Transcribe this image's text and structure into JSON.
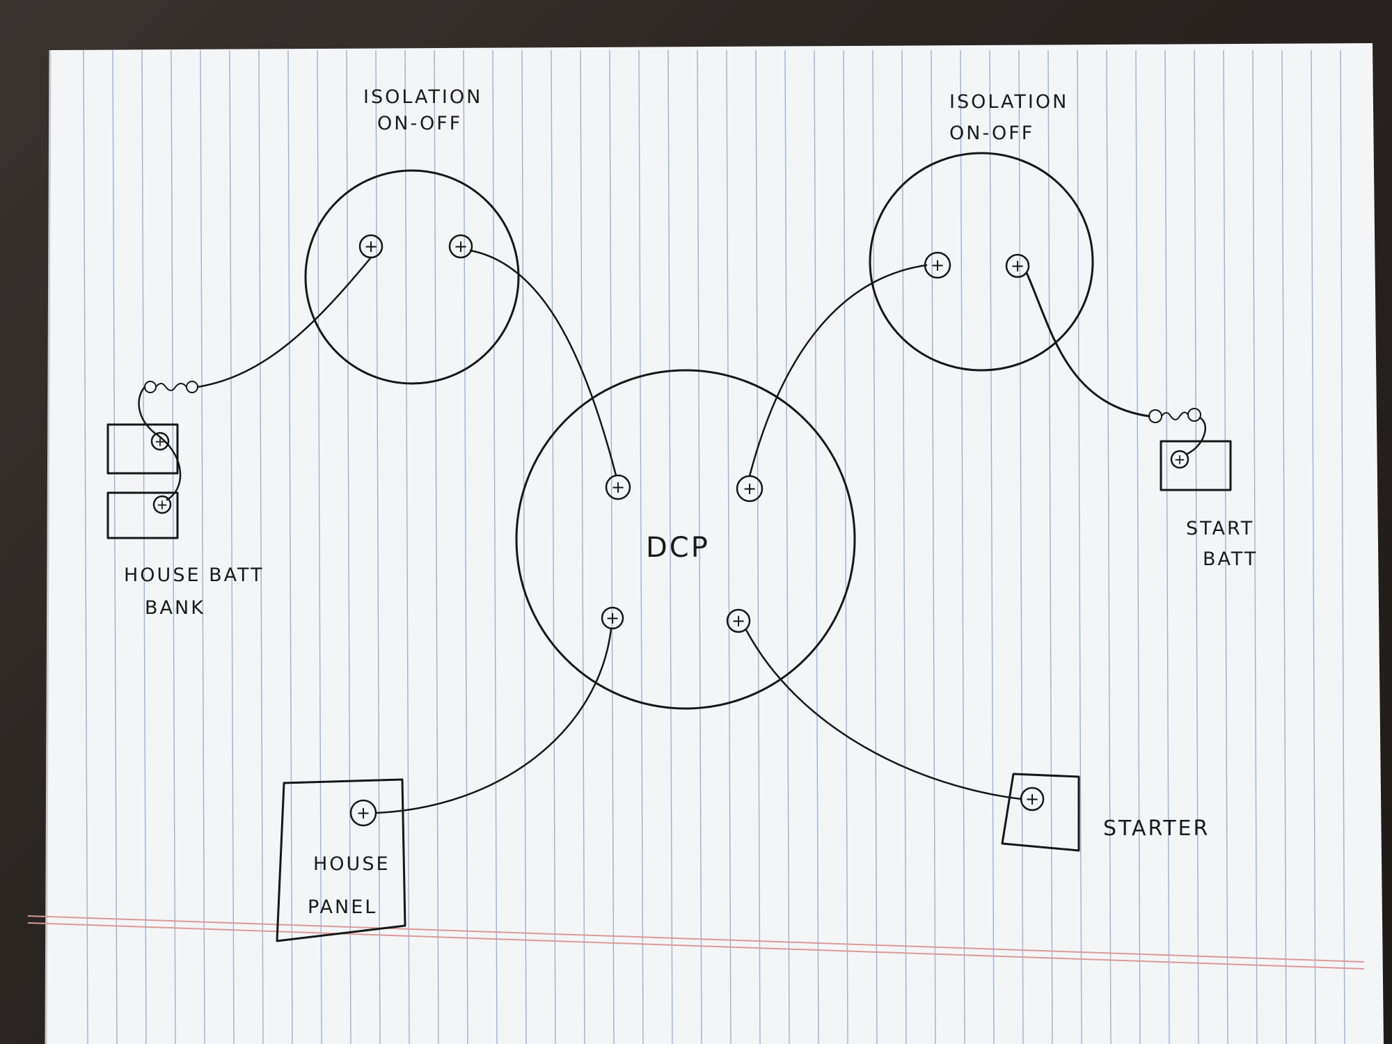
{
  "colors": {
    "paper": "#f4f5f6",
    "rule_blue": "#9fb1cf",
    "margin_red": "#d99a9a",
    "ink": "#161616"
  },
  "labels": {
    "isolation_left": [
      "ISOLATION",
      "ON-OFF"
    ],
    "isolation_right": [
      "ISOLATION",
      "ON-OFF"
    ],
    "dcp": "DCP",
    "house_batt": [
      "HOUSE BATT",
      "BANK"
    ],
    "start_batt": [
      "START",
      "BATT"
    ],
    "house_panel": [
      "HOUSE",
      "PANEL"
    ],
    "starter": "STARTER"
  },
  "terminal_symbol": "+"
}
